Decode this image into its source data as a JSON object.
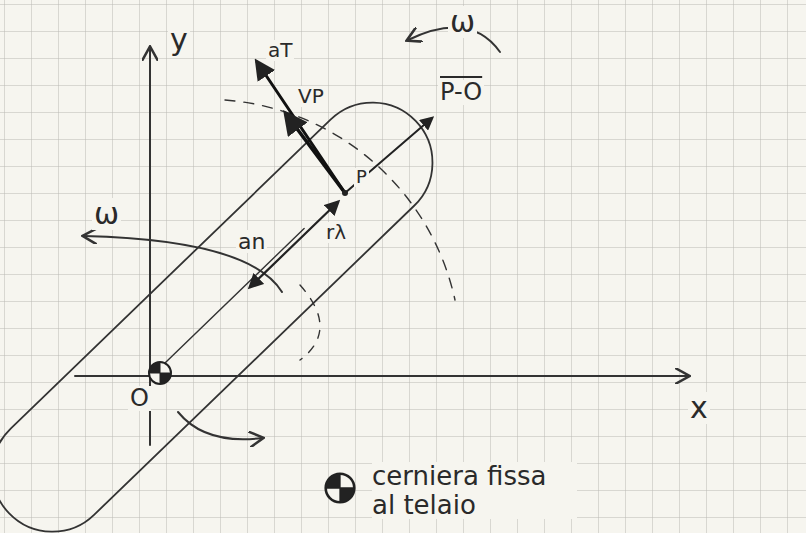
{
  "diagram": {
    "labels": [
      "y",
      "x",
      "O",
      "ω",
      "ω",
      "aT",
      "VP",
      "P-O",
      "P",
      "an",
      "rλ"
    ],
    "legend": [
      {
        "text": "cerniera fissa al telaio"
      }
    ]
  }
}
